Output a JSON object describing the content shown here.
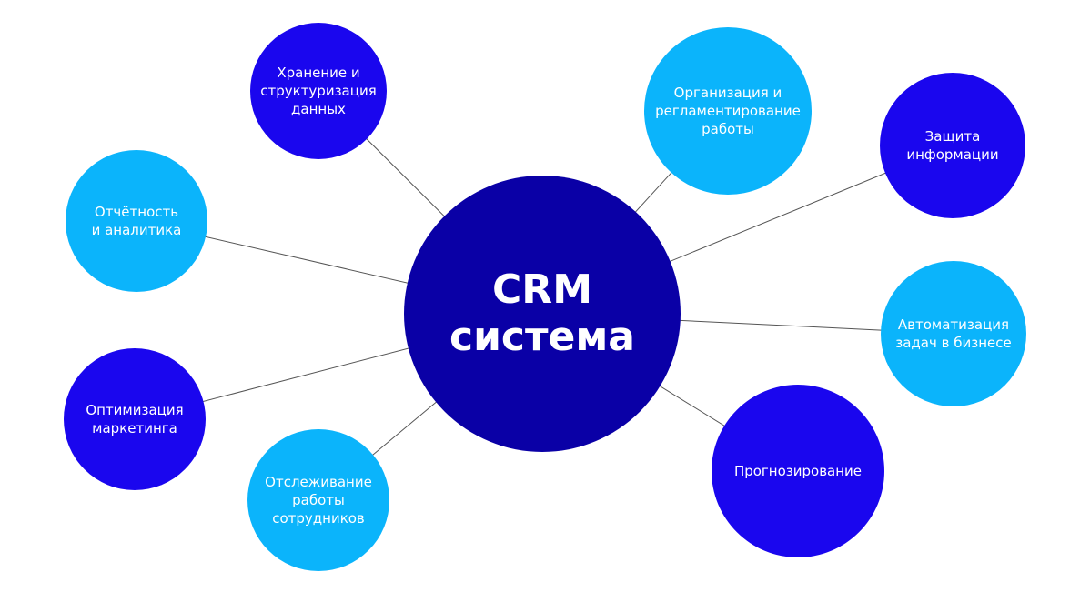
{
  "colors": {
    "center": "#0a00a6",
    "dark": "#1a06ee",
    "light": "#0bb4fb",
    "line": "#555555"
  },
  "center": {
    "label": "CRM\nсистема"
  },
  "nodes": [
    {
      "id": "storage",
      "label": "Хранение и\nструктуризация\nданных",
      "tone": "dark"
    },
    {
      "id": "organization",
      "label": "Организация и\nрегламентирование\nработы",
      "tone": "light"
    },
    {
      "id": "protection",
      "label": "Защита\nинформации",
      "tone": "dark"
    },
    {
      "id": "reporting",
      "label": "Отчётность\nи аналитика",
      "tone": "light"
    },
    {
      "id": "automation",
      "label": "Автоматизация\nзадач в бизнесе",
      "tone": "light"
    },
    {
      "id": "marketing",
      "label": "Оптимизация\nмаркетинга",
      "tone": "dark"
    },
    {
      "id": "tracking",
      "label": "Отслеживание\nработы\nсотрудников",
      "tone": "light"
    },
    {
      "id": "forecasting",
      "label": "Прогнозирование",
      "tone": "dark"
    }
  ]
}
